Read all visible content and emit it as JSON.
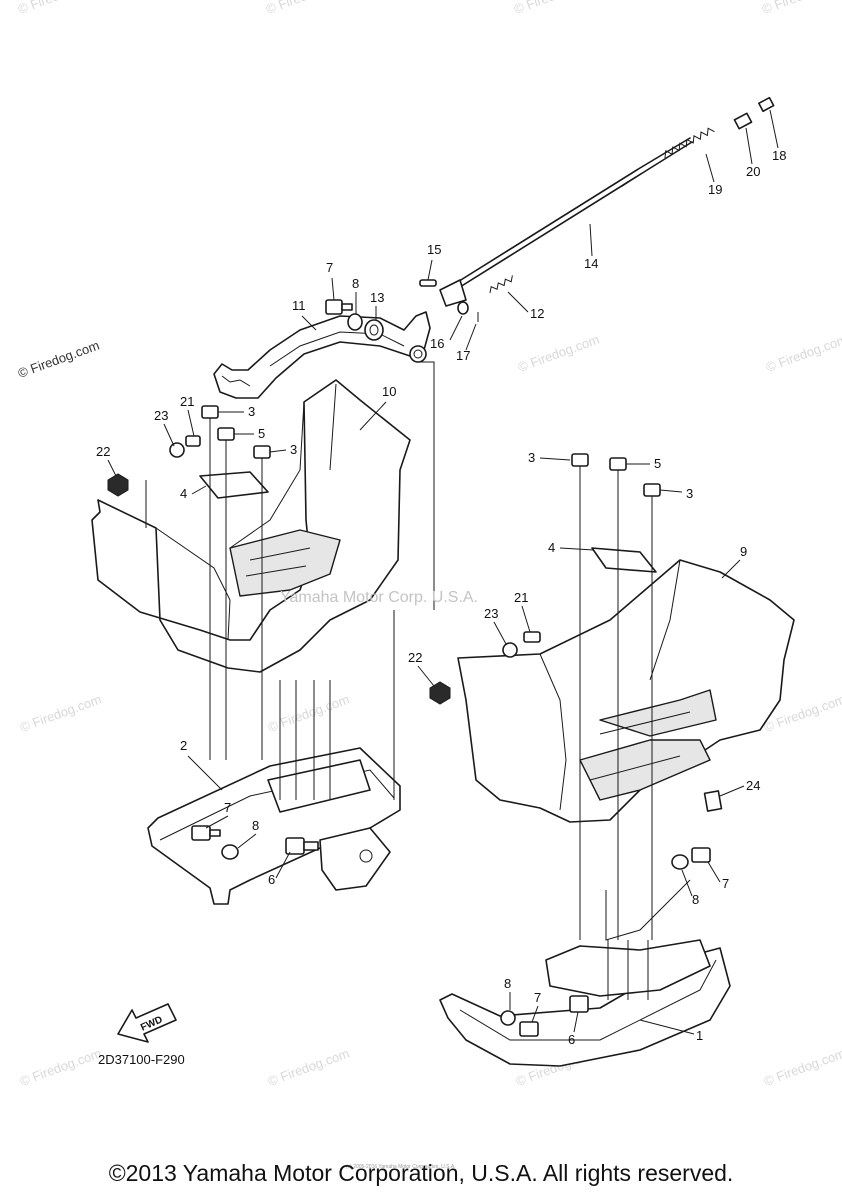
{
  "diagram": {
    "callouts": {
      "c1": "1",
      "c2": "2",
      "c3a": "3",
      "c3b": "3",
      "c3c": "3",
      "c3d": "3",
      "c4a": "4",
      "c4b": "4",
      "c5a": "5",
      "c5b": "5",
      "c6a": "6",
      "c6b": "6",
      "c7a": "7",
      "c7b": "7",
      "c7c": "7",
      "c7d": "7",
      "c8a": "8",
      "c8b": "8",
      "c8c": "8",
      "c8d": "8",
      "c9": "9",
      "c10": "10",
      "c11": "11",
      "c12": "12",
      "c13": "13",
      "c14": "14",
      "c15": "15",
      "c16": "16",
      "c17": "17",
      "c18": "18",
      "c19": "19",
      "c20": "20",
      "c21a": "21",
      "c21b": "21",
      "c22a": "22",
      "c22b": "22",
      "c23a": "23",
      "c23b": "23",
      "c24": "24"
    },
    "diagram_code": "2D37100-F290",
    "fwd_label": "FWD",
    "center_watermark": "Yamaha Motor Corp. U.S.A.",
    "small_notice": "(c) 2005-2016 Yamaha Motor Corporation, U.S.A.",
    "watermark_text": "© Firedog.com"
  },
  "footer": {
    "copyright": "©2013 Yamaha Motor Corporation, U.S.A. All rights reserved."
  }
}
